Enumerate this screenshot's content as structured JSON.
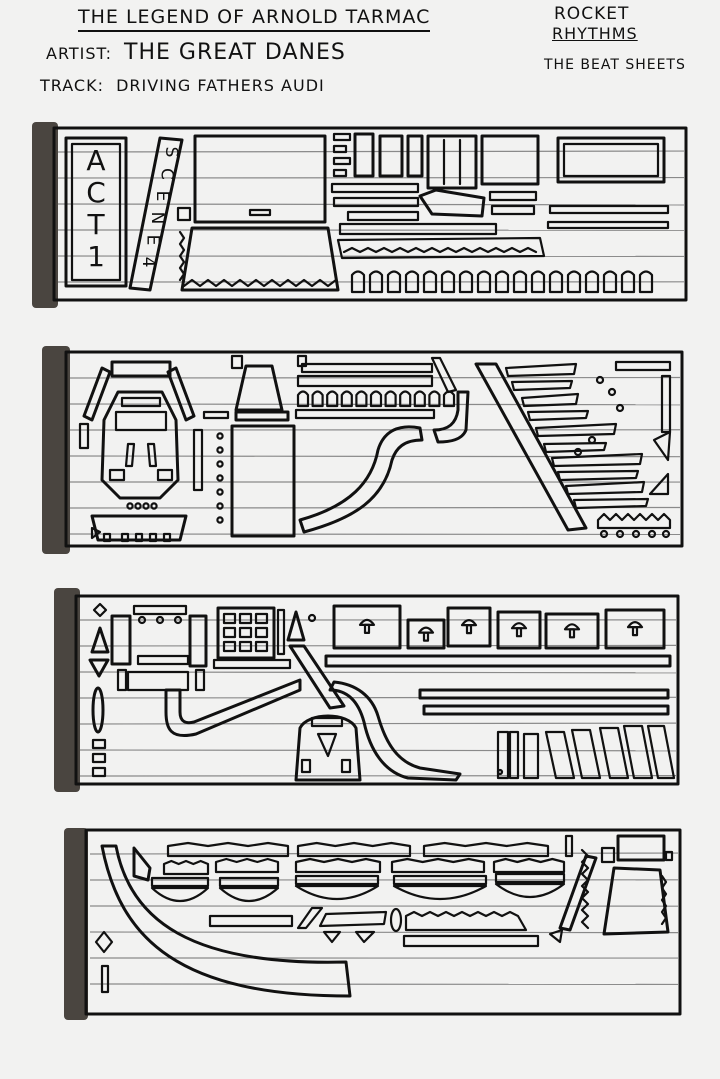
{
  "header": {
    "title": "THE LEGEND OF ARNOLD TARMAC",
    "artist_label": "ARTIST:",
    "artist_value": "THE GREAT DANES",
    "track_label": "TRACK:",
    "track_value": "DRIVING FATHERS AUDI"
  },
  "brand": {
    "line1": "ROCKET",
    "line2": "RHYTHMS",
    "line3": "THE BEAT SHEETS"
  },
  "strip1": {
    "act_letters": [
      "A",
      "C",
      "T",
      "1"
    ],
    "scene_letters": [
      "S",
      "C",
      "E",
      "N",
      "E",
      "4"
    ]
  },
  "colors": {
    "ink": "#111111",
    "paper": "#f2f2f1",
    "binding": "#4a4540",
    "staff": "#8a8a8a"
  }
}
